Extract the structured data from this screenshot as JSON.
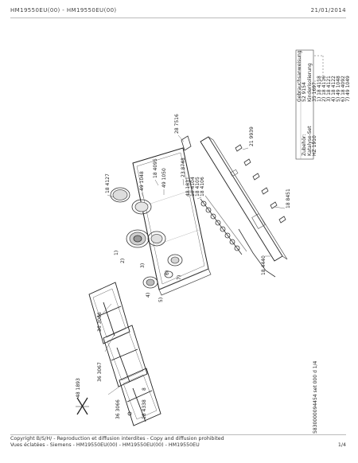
{
  "header": {
    "left": "HM19550EU(00) - HM19550EU(00)",
    "right": "21/01/2014"
  },
  "footer": {
    "copyright": "Copyright B/S/H/ - Reproduction et diffusion interdites - Copy and diffusion prohibited",
    "views": "Vues éclatées - Siemens - HM19550EU(00) - HM19550EU(00) - HM19550EU",
    "page": "1/4"
  },
  "drawing": {
    "doc_id": "5830000094454 set 000 d 1/4",
    "info_lines": [
      "Gebrauchsanweisung",
      "52 9154",
      "Kinderisolierung",
      "35 1697",
      "1) 18 4118",
      "2) 18 4116",
      "3) 18 4121",
      "4) 18 4122",
      "5) 49 1048",
      "6) 18 4092",
      "7) 49 1049",
      "Zubehör:",
      "Katalyse-Set",
      "HZ 1910"
    ],
    "labels": {
      "p48_1893": "48 1893",
      "p36_3066_a": "36 3066",
      "p36_3067": "36 3067",
      "p36_3066_b": "36 3066",
      "p18_4338": "18 4338",
      "p18_4127": "18 4127",
      "p49_1048": "49 1048",
      "p18_4095": "18 4095",
      "p49_1050": "49 1050",
      "p23_8748": "23 8748",
      "p28_7516": "28 7516",
      "p21_9939": "21 9939",
      "p18_8451": "18 8451",
      "p48_1831": "48 1831",
      "p18_4104": "18 4104",
      "p18_4105": "18 4105",
      "p18_4106": "18 4106",
      "p18_4440": "18 4440",
      "c1": "1)",
      "c2": "2)",
      "c3": "3)",
      "c4": "4)",
      "c5": "5)",
      "c6": "6)",
      "c7": "7)",
      "c8": "8"
    }
  }
}
